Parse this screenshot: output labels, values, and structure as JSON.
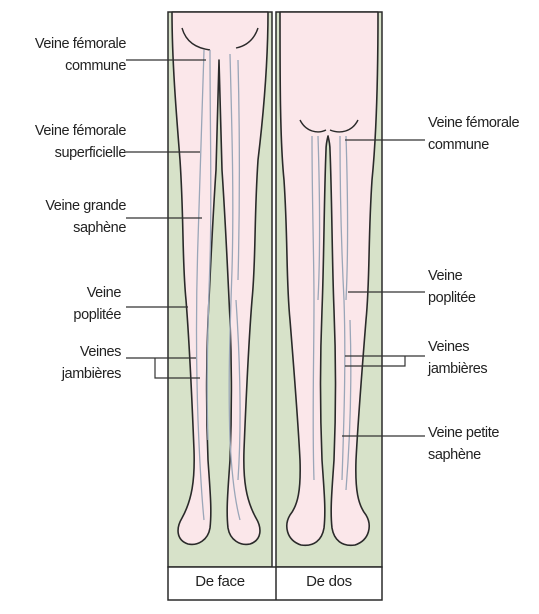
{
  "labels_left": [
    {
      "id": "femorale-commune-face",
      "line1": "Veine fémorale",
      "line2": "commune"
    },
    {
      "id": "femorale-superficielle",
      "line1": "Veine fémorale",
      "line2": "superficielle"
    },
    {
      "id": "grande-saphene",
      "line1": "Veine grande",
      "line2": "saphène"
    },
    {
      "id": "poplitee-face",
      "line1": "Veine",
      "line2": "poplitée"
    },
    {
      "id": "jambieres-face",
      "line1": "Veines",
      "line2": "jambières"
    }
  ],
  "labels_right": [
    {
      "id": "femorale-commune-dos",
      "line1": "Veine fémorale",
      "line2": "commune"
    },
    {
      "id": "poplitee-dos",
      "line1": "Veine",
      "line2": "poplitée"
    },
    {
      "id": "jambieres-dos",
      "line1": "Veines",
      "line2": "jambières"
    },
    {
      "id": "petite-saphene",
      "line1": "Veine petite",
      "line2": "saphène"
    }
  ],
  "captions": {
    "front": "De face",
    "back": "De dos"
  },
  "colors": {
    "panel": "#d7e2c9",
    "skin": "#fbe7ea",
    "outline": "#2a2a2a",
    "vein": "#9aa6b8",
    "leader": "#333333"
  }
}
